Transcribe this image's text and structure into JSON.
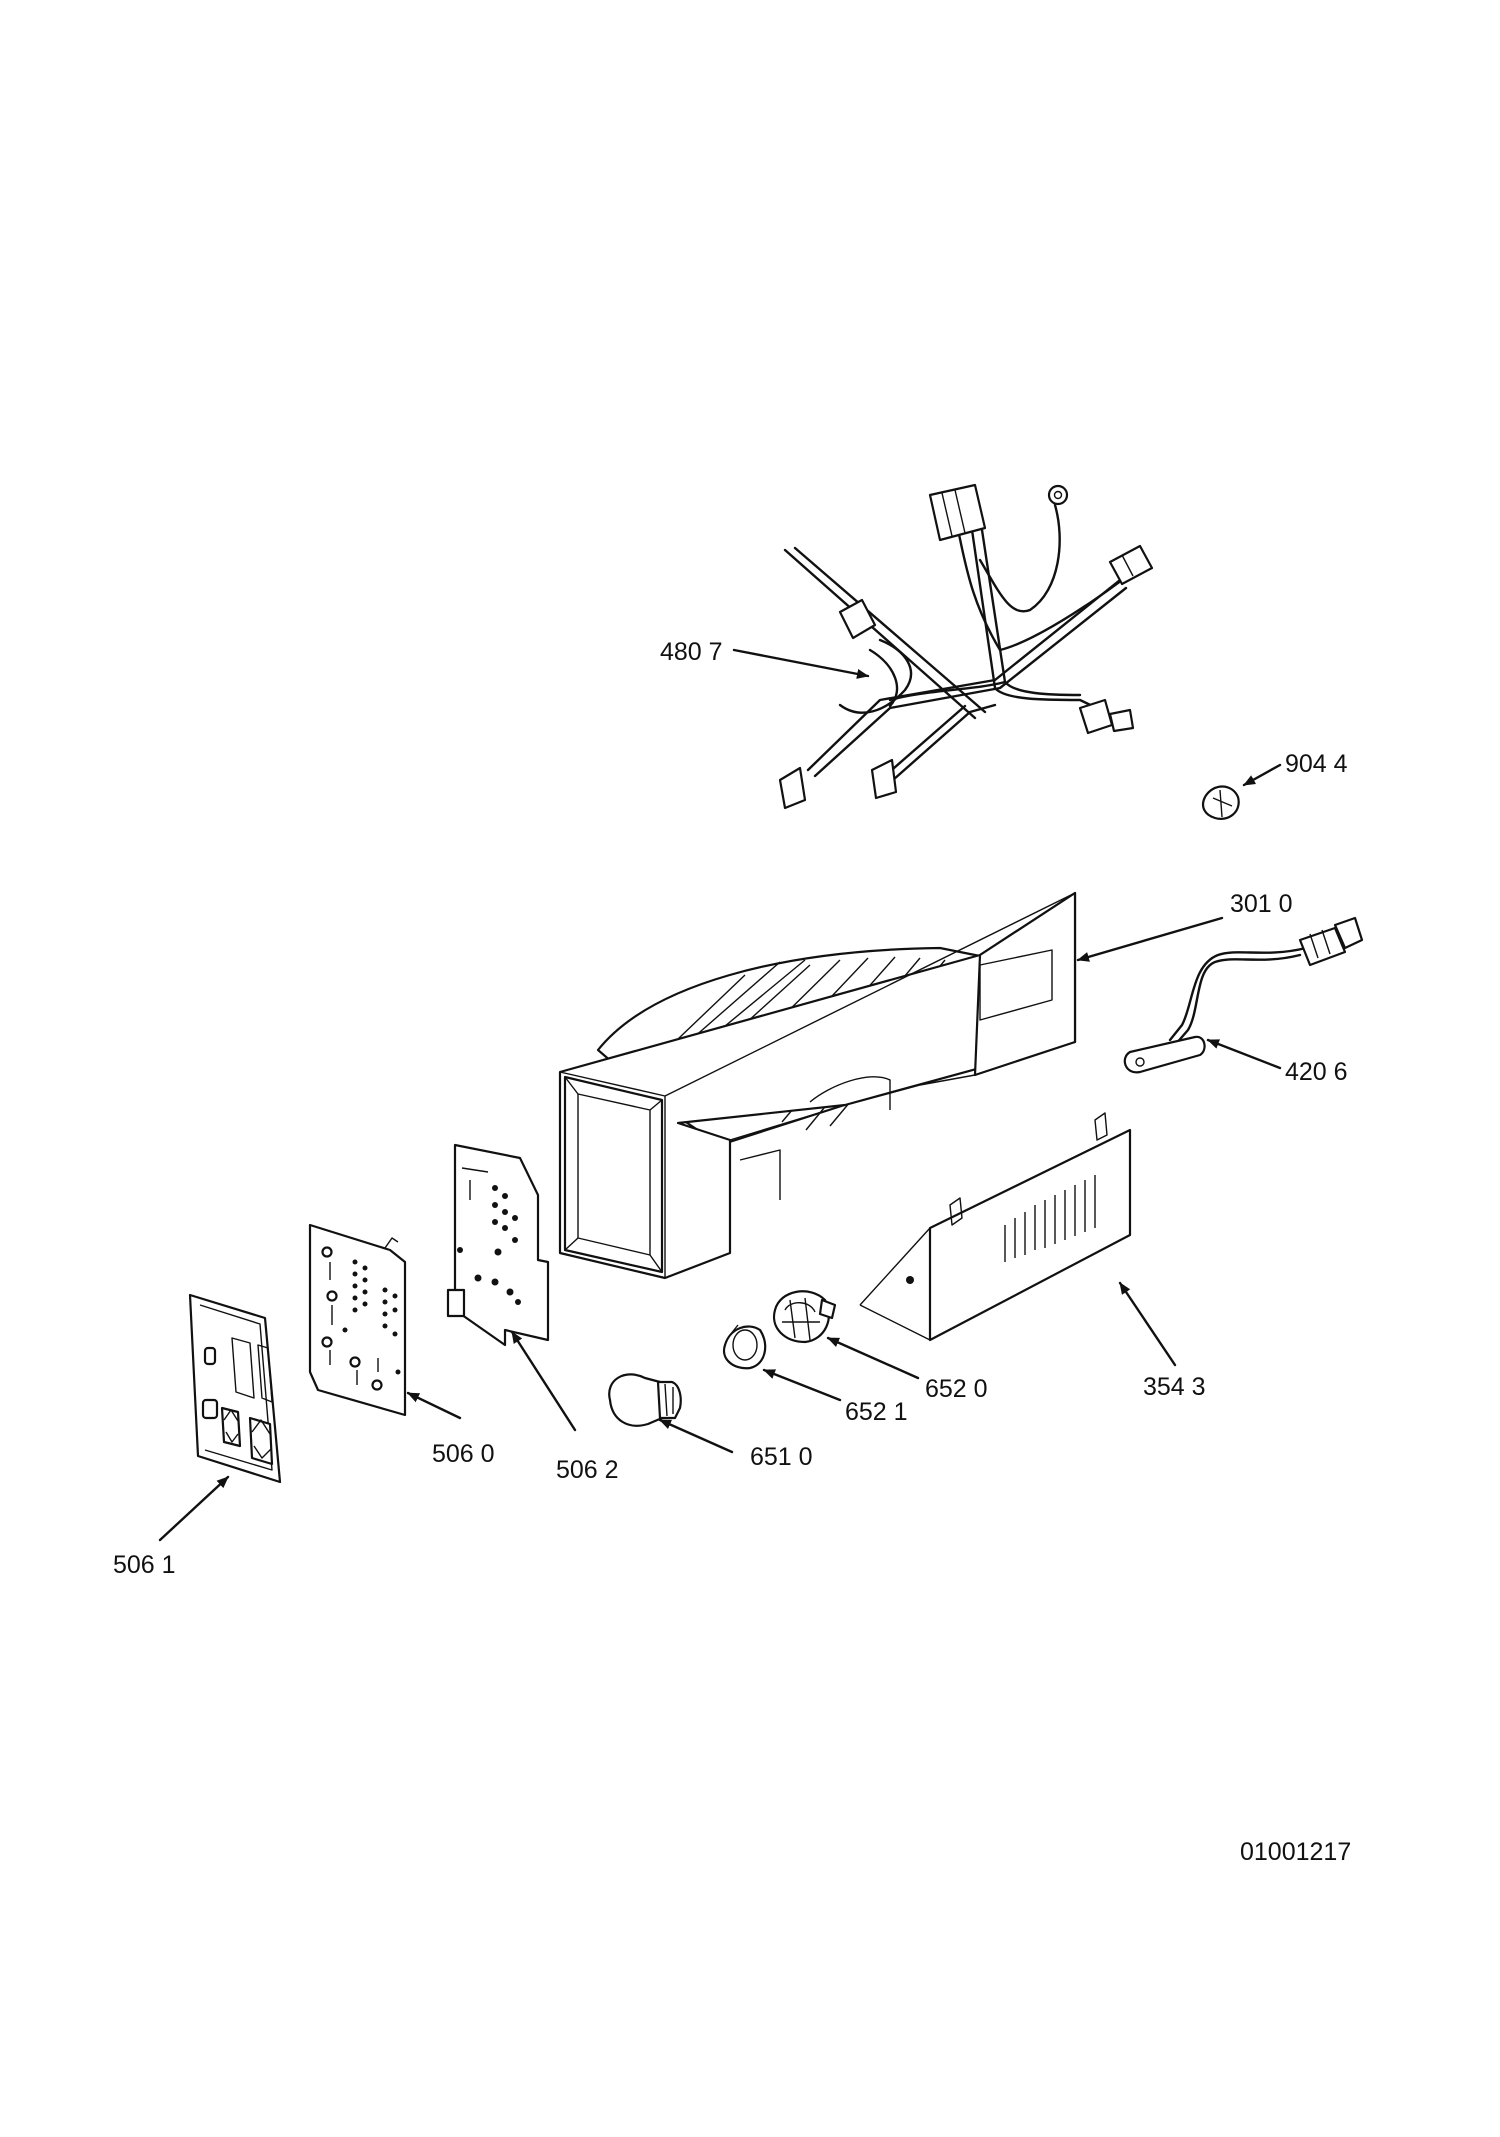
{
  "diagram_id": "01001217",
  "callouts": [
    {
      "id": "c1",
      "label": "480 7"
    },
    {
      "id": "c2",
      "label": "904 4"
    },
    {
      "id": "c3",
      "label": "301 0"
    },
    {
      "id": "c4",
      "label": "420 6"
    },
    {
      "id": "c5",
      "label": "354 3"
    },
    {
      "id": "c6",
      "label": "652 0"
    },
    {
      "id": "c7",
      "label": "652 1"
    },
    {
      "id": "c8",
      "label": "651 0"
    },
    {
      "id": "c9",
      "label": "506 2"
    },
    {
      "id": "c10",
      "label": "506 0"
    },
    {
      "id": "c11",
      "label": "506 1"
    }
  ]
}
